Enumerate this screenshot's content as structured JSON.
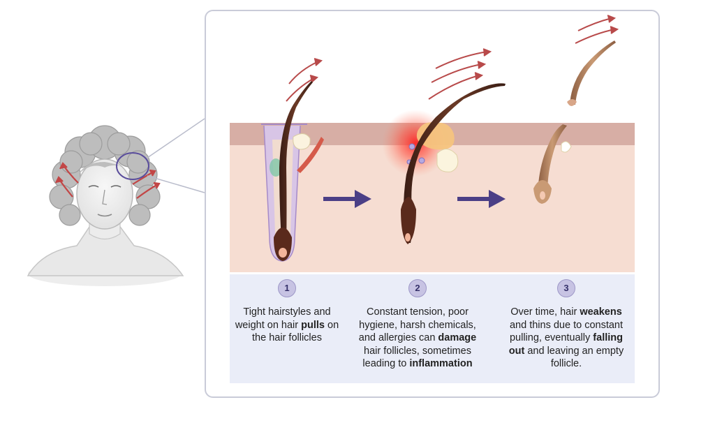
{
  "steps": [
    {
      "number": "1",
      "parts": [
        {
          "text": "Tight hairstyles and weight on hair ",
          "bold": false
        },
        {
          "text": "pulls",
          "bold": true
        },
        {
          "text": " on the hair follicles",
          "bold": false
        }
      ]
    },
    {
      "number": "2",
      "parts": [
        {
          "text": "Constant tension, poor hygiene, harsh chemicals, and allergies can ",
          "bold": false
        },
        {
          "text": "damage",
          "bold": true
        },
        {
          "text": " hair follicles, sometimes leading to ",
          "bold": false
        },
        {
          "text": "inflammation",
          "bold": true
        }
      ]
    },
    {
      "number": "3",
      "parts": [
        {
          "text": "Over time, hair ",
          "bold": false
        },
        {
          "text": "weakens",
          "bold": true
        },
        {
          "text": " and thins due to constant pulling, eventually ",
          "bold": false
        },
        {
          "text": "falling out",
          "bold": true
        },
        {
          "text": " and leaving an empty follicle.",
          "bold": false
        }
      ]
    }
  ],
  "colors": {
    "skin_surface": "#d7aea5",
    "skin_dermis": "#f6ddd2",
    "caption_band": "#eaedf8",
    "badge": "#c7c3e3",
    "process_arrow": "#4b3f86",
    "pull_arrow": "#b84a4a",
    "hair": "#4a261b",
    "weak_hair": "#a87a58",
    "inflammation": "#ff2a2a",
    "zoom_outline": "#5a4d9c"
  },
  "icons": [
    "person-head-illustration",
    "zoom-callout-lines",
    "process-arrow-icon",
    "pull-arrow-icon",
    "hair-follicle-illustration"
  ]
}
